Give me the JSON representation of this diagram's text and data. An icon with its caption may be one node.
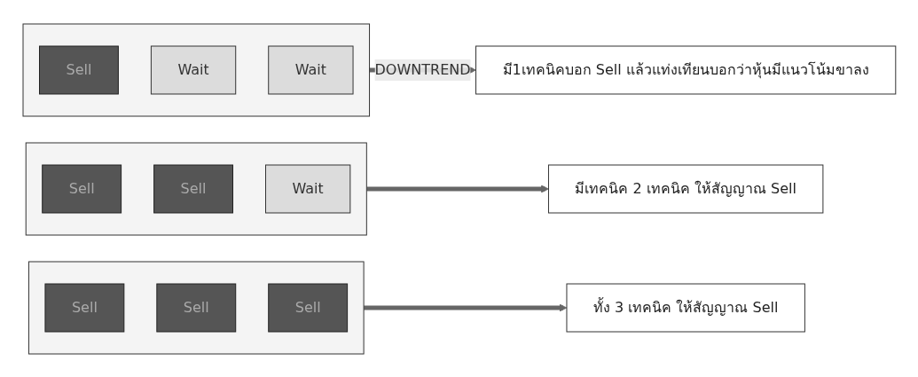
{
  "diagram": {
    "nodes": [
      {
        "text": [],
        "shape": "bar"
      },
      {
        "text": [
          "Sell"
        ],
        "in": 0
      },
      {
        "text": [
          "Wait"
        ],
        "in": 0
      },
      {
        "text": [
          "Wait"
        ],
        "in": 0
      },
      {
        "text": [
          "มี1เทคนิคบอก Sell แล้วแท่งเทียนบอกว่าหุ้นมีแนวโน้มขาลง"
        ]
      },
      {
        "text": [],
        "shape": "bar"
      },
      {
        "text": [
          "Sell"
        ],
        "in": 5
      },
      {
        "text": [
          "Sell"
        ],
        "in": 5
      },
      {
        "text": [
          "Wait"
        ],
        "in": 5
      },
      {
        "text": [
          "มีเทคนิค 2 เทคนิค ให้สัญญาณ Sell"
        ]
      },
      {
        "text": [],
        "shape": "bar"
      },
      {
        "text": [
          "Sell"
        ],
        "in": 10
      },
      {
        "text": [
          "Sell"
        ],
        "in": 10
      },
      {
        "text": [
          "Sell"
        ],
        "in": 10
      },
      {
        "text": [
          "ทั้ง 3 เทคนิค ให้สัญญาณ Sell"
        ]
      }
    ],
    "edges": [
      {
        "from": 0,
        "to": 4,
        "arrow": "to",
        "label": "DOWNTREND"
      },
      {
        "from": 5,
        "to": 9,
        "arrow": "to"
      },
      {
        "from": 10,
        "to": 14,
        "arrow": "to"
      }
    ]
  }
}
